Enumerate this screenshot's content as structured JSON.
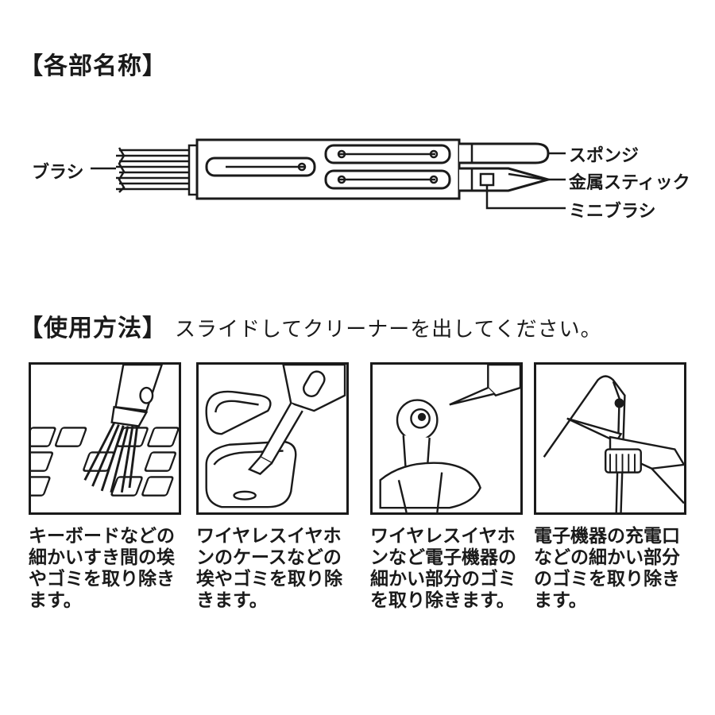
{
  "sections": {
    "parts_title": "【各部名称】",
    "usage_title": "【使用方法】",
    "usage_subtitle": "スライドしてクリーナーを出してください。"
  },
  "parts": {
    "brush": "ブラシ",
    "sponge": "スポンジ",
    "metal_stick": "金属スティック",
    "mini_brush": "ミニブラシ"
  },
  "usage": [
    {
      "caption": "キーボードなどの細かいすき間の埃やゴミを取り除きます。",
      "icon": "keyboard-cleaning-illustration"
    },
    {
      "caption": "ワイヤレスイヤホンのケースなどの埃やゴミを取り除きます。",
      "icon": "earbud-case-cleaning-illustration"
    },
    {
      "caption": "ワイヤレスイヤホンなど電子機器の細かい部分のゴミを取り除きます。",
      "icon": "earbud-cleaning-illustration"
    },
    {
      "caption": "電子機器の充電口などの細かい部分のゴミを取り除きます。",
      "icon": "charging-port-cleaning-illustration"
    }
  ]
}
